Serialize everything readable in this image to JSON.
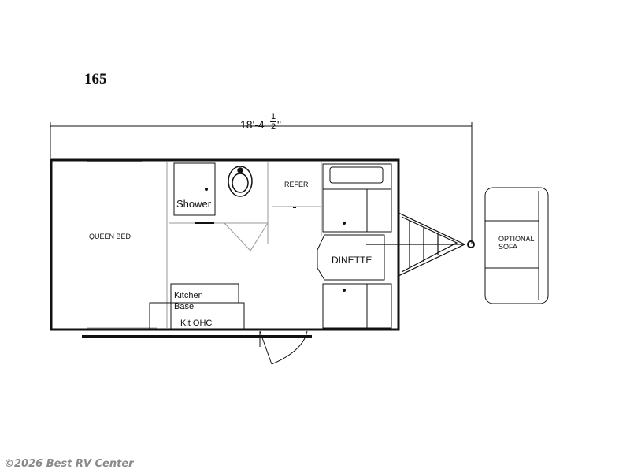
{
  "model": "165",
  "dimension": {
    "main": "18'-4",
    "frac_num": "1",
    "frac_den": "2",
    "tail": "\""
  },
  "rooms": {
    "queen_bed": "QUEEN BED",
    "shower": "Shower",
    "refer": "REFER",
    "dinette": "DINETTE",
    "kitchen_base": "Kitchen\nBase",
    "kit_ohc": "Kit OHC",
    "optional_sofa": "OPTIONAL\nSOFA"
  },
  "watermark": "©2026 Best RV Center",
  "colors": {
    "line": "#111111",
    "light_line": "#9a9a9a",
    "watermark": "#8a8a8a"
  }
}
